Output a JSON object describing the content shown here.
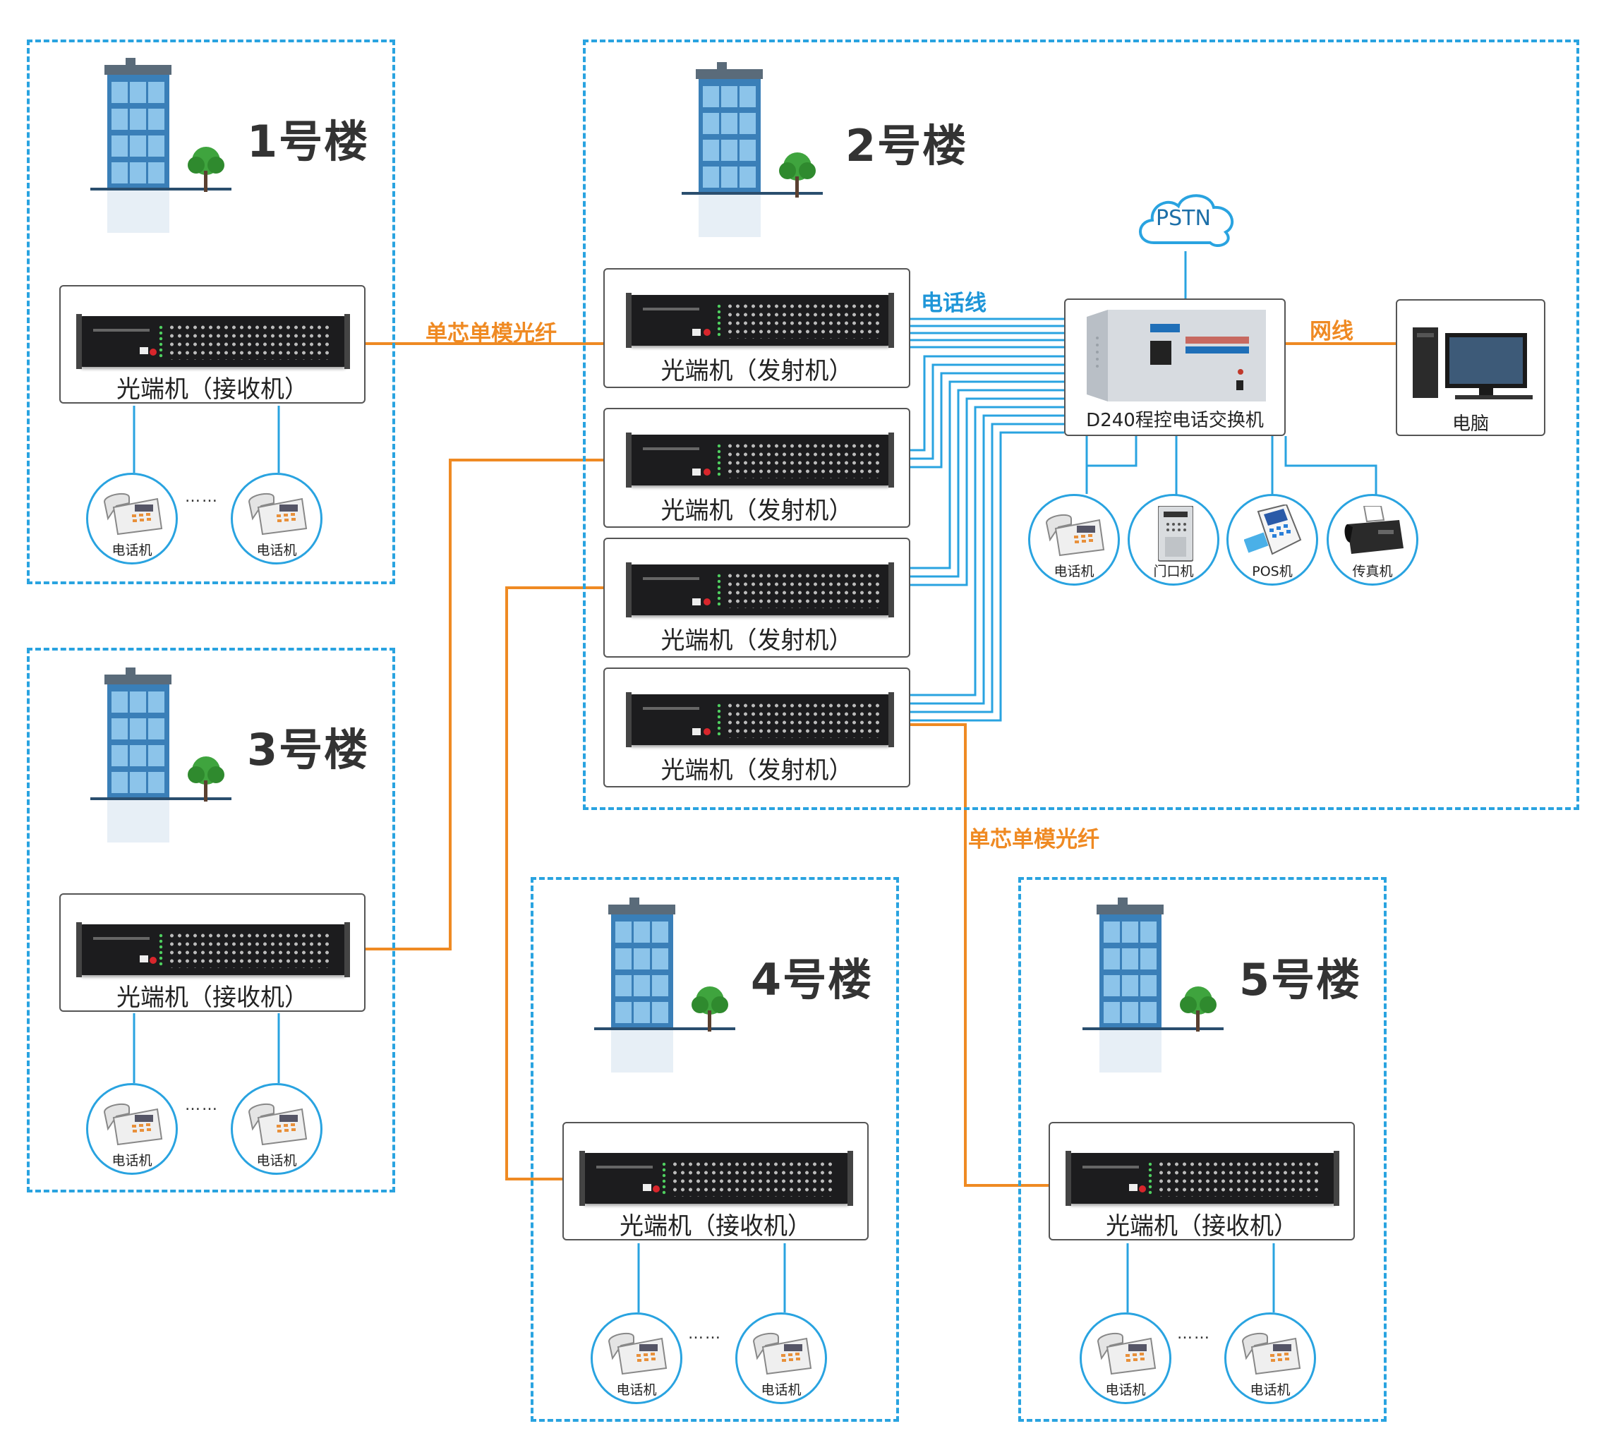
{
  "colors": {
    "zone_border": "#29a3e0",
    "fiber": "#ef8a23",
    "phone_line": "#29a3e0",
    "title_text": "#333333"
  },
  "buildings": {
    "b1": {
      "title": "1号楼"
    },
    "b2": {
      "title": "2号楼"
    },
    "b3": {
      "title": "3号楼"
    },
    "b4": {
      "title": "4号楼"
    },
    "b5": {
      "title": "5号楼"
    }
  },
  "units": {
    "receiver": "光端机（接收机）",
    "transmitter": "光端机（发射机）"
  },
  "devices": {
    "phone": "电话机",
    "door": "门口机",
    "pos": "POS机",
    "fax": "传真机",
    "computer": "电脑",
    "ellipsis": "……"
  },
  "links": {
    "fiber_label": "单芯单模光纤",
    "phone_line_label": "电话线",
    "network_label": "网线",
    "pstn": "PSTN"
  },
  "pbx": {
    "label": "D240程控电话交换机"
  },
  "icons": [
    "building-icon",
    "tree-icon",
    "fiber-transceiver-icon",
    "telephone-icon",
    "door-intercom-icon",
    "pos-terminal-icon",
    "fax-icon",
    "computer-icon",
    "cloud-icon",
    "pbx-icon"
  ]
}
